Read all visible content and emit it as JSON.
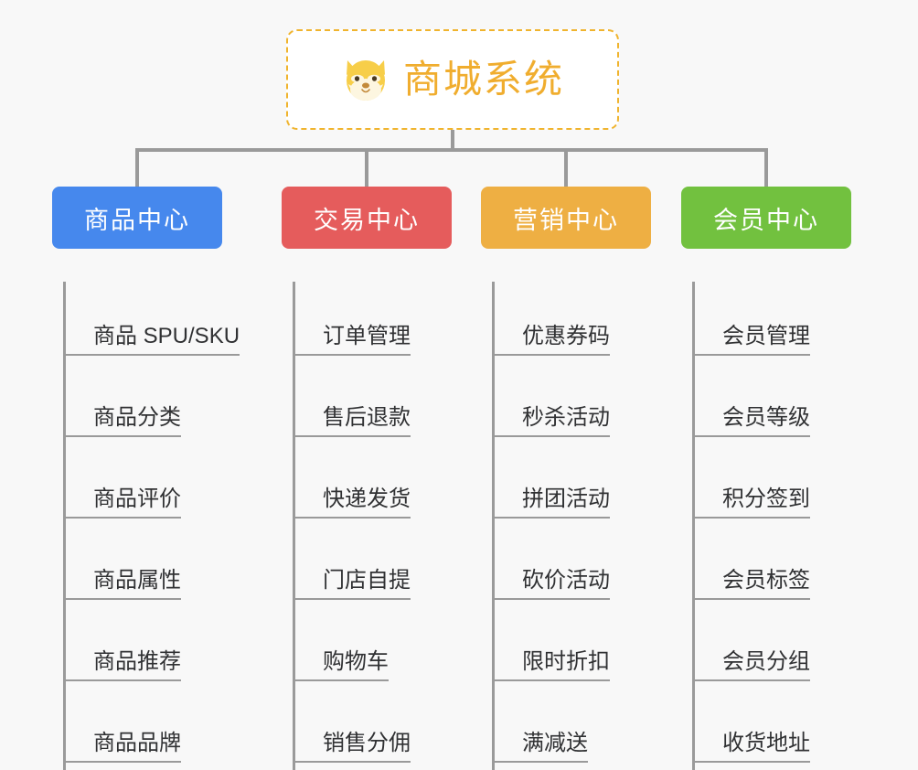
{
  "background_color": "#f8f8f8",
  "root": {
    "icon": "shiba-dog-face-icon",
    "title": "商城系统",
    "accent_color": "#f0ad2e",
    "border_style": "dashed"
  },
  "connector_color": "#9a9a9a",
  "columns": [
    {
      "id": "product-center",
      "title": "商品中心",
      "color": "#4688ed",
      "items": [
        "商品 SPU/SKU",
        "商品分类",
        "商品评价",
        "商品属性",
        "商品推荐",
        "商品品牌"
      ]
    },
    {
      "id": "trade-center",
      "title": "交易中心",
      "color": "#e55c5c",
      "items": [
        "订单管理",
        "售后退款",
        "快递发货",
        "门店自提",
        "购物车",
        "销售分佣"
      ]
    },
    {
      "id": "marketing-center",
      "title": "营销中心",
      "color": "#eeaf43",
      "items": [
        "优惠券码",
        "秒杀活动",
        "拼团活动",
        "砍价活动",
        "限时折扣",
        "满减送"
      ]
    },
    {
      "id": "member-center",
      "title": "会员中心",
      "color": "#72c13f",
      "items": [
        "会员管理",
        "会员等级",
        "积分签到",
        "会员标签",
        "会员分组",
        "收货地址"
      ]
    }
  ]
}
